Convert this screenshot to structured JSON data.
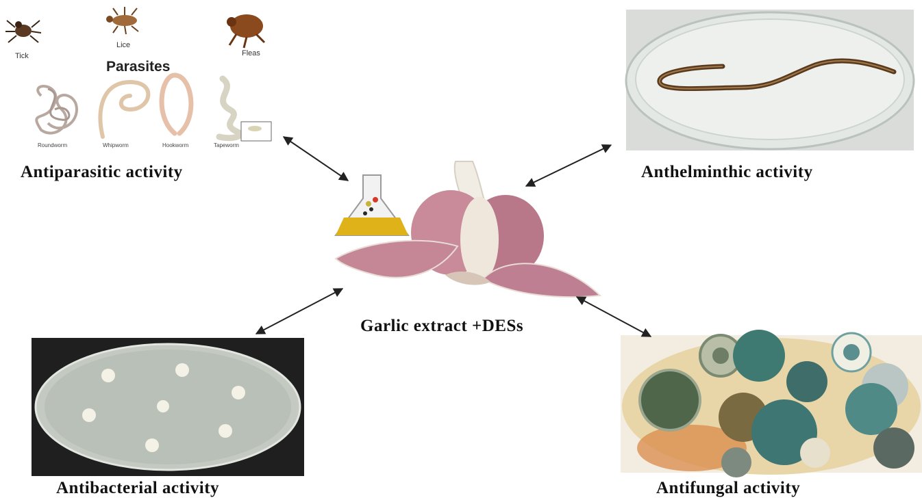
{
  "parasites_panel": {
    "title": "Parasites",
    "insects": [
      "Tick",
      "Lice",
      "Fleas"
    ],
    "worms": [
      "Roundworm",
      "Whipworm",
      "Hookworm",
      "Tapeworm"
    ]
  },
  "center": {
    "label": "Garlic extract +DESs"
  },
  "activities": {
    "antiparasitic": "Antiparasitic activity",
    "anthelminthic": "Anthelminthic activity",
    "antibacterial": "Antibacterial activity",
    "antifungal": "Antifungal activity"
  },
  "colors": {
    "arrow": "#222222",
    "garlic": "#c98a9a",
    "oil": "#e0b21a",
    "agar": "#c9cfc6",
    "fungal_bg": "#e9d6a8"
  }
}
